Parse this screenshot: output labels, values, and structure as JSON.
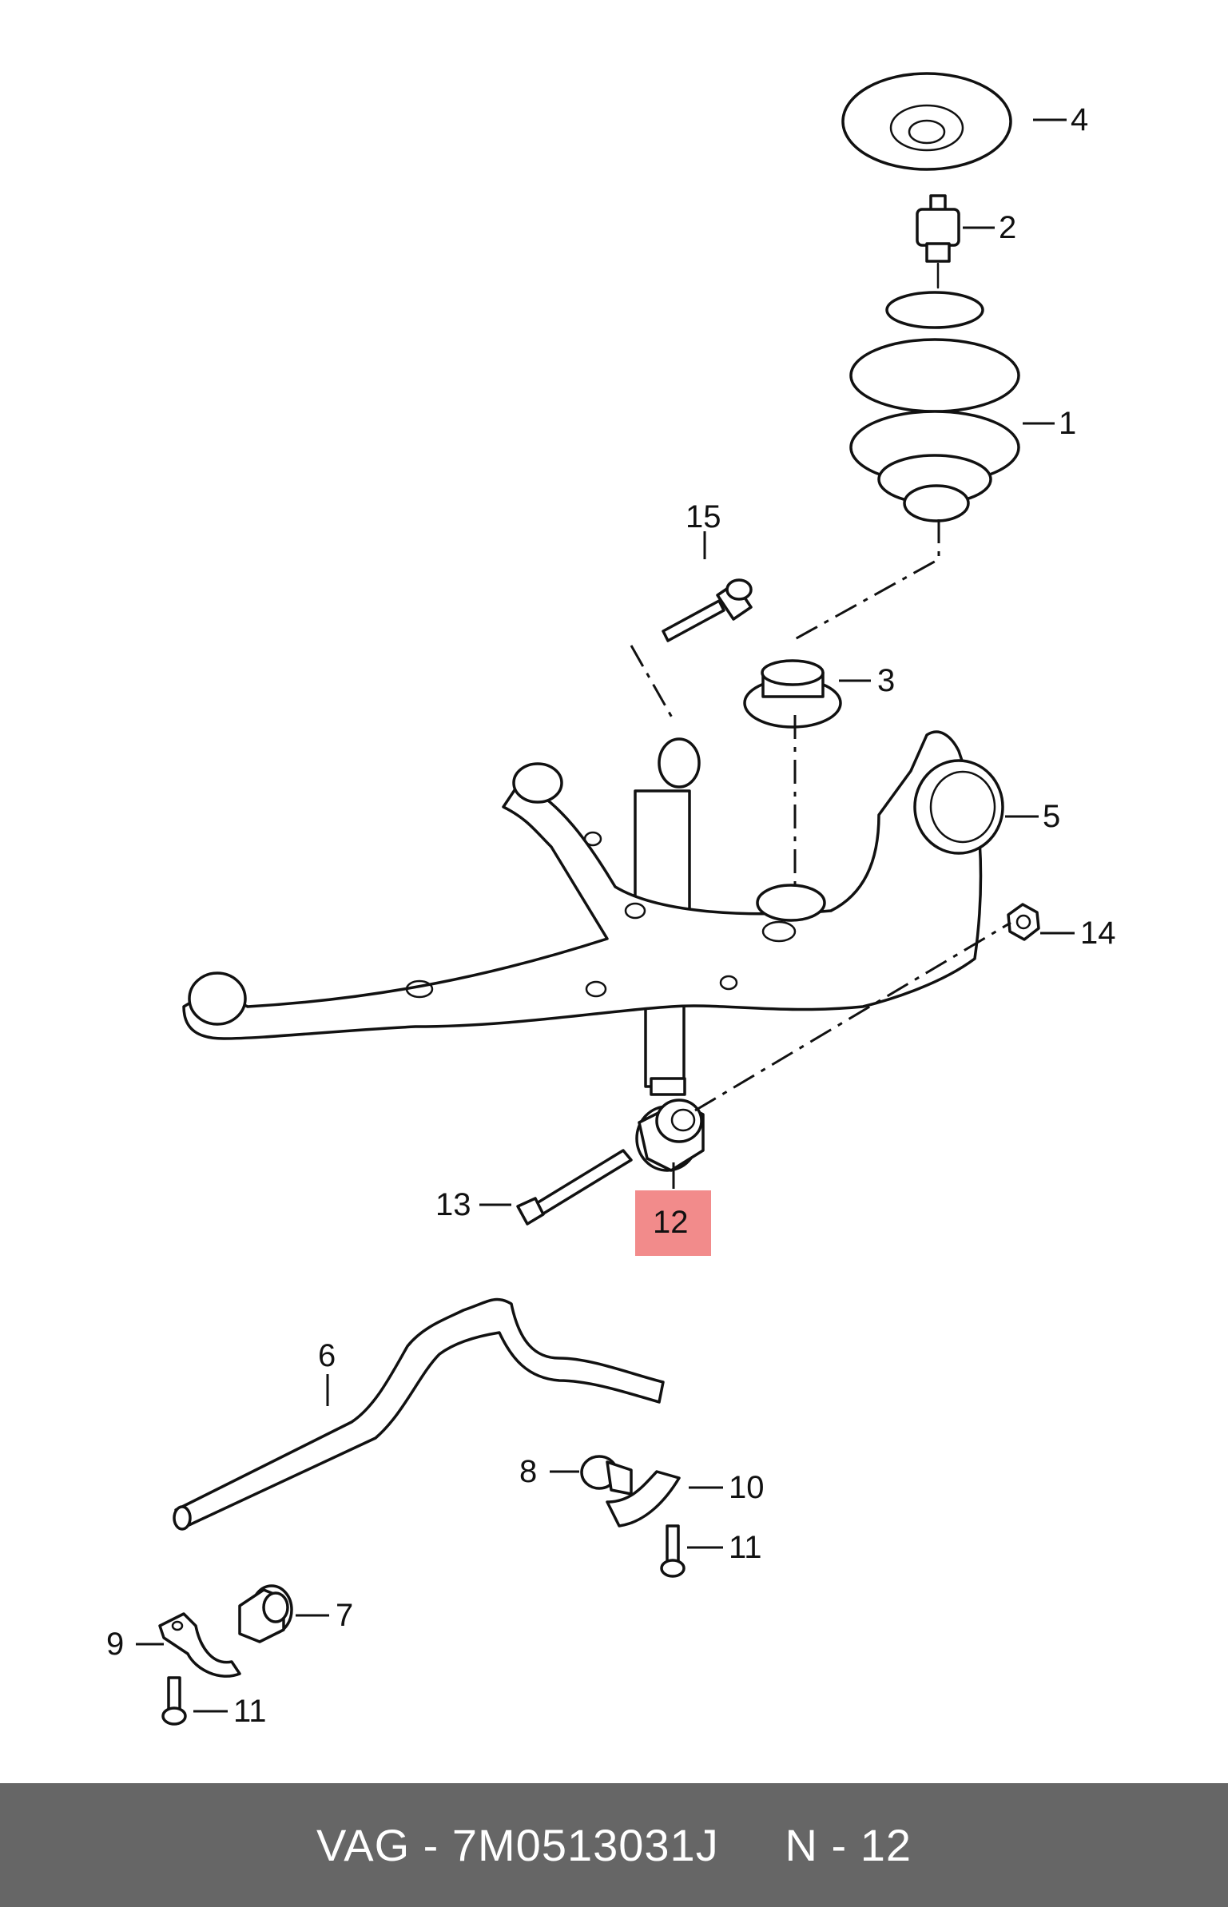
{
  "callouts": {
    "c1": "1",
    "c2": "2",
    "c3": "3",
    "c4": "4",
    "c5": "5",
    "c6": "6",
    "c7": "7",
    "c8": "8",
    "c9": "9",
    "c10": "10",
    "c11a": "11",
    "c11b": "11",
    "c12": "12",
    "c13": "13",
    "c14": "14",
    "c15": "15"
  },
  "highlight": {
    "part": "12",
    "color": "#f28b8b"
  },
  "footer": {
    "text": "VAG - 7M0513031J     N - 12",
    "background": "#666666"
  }
}
